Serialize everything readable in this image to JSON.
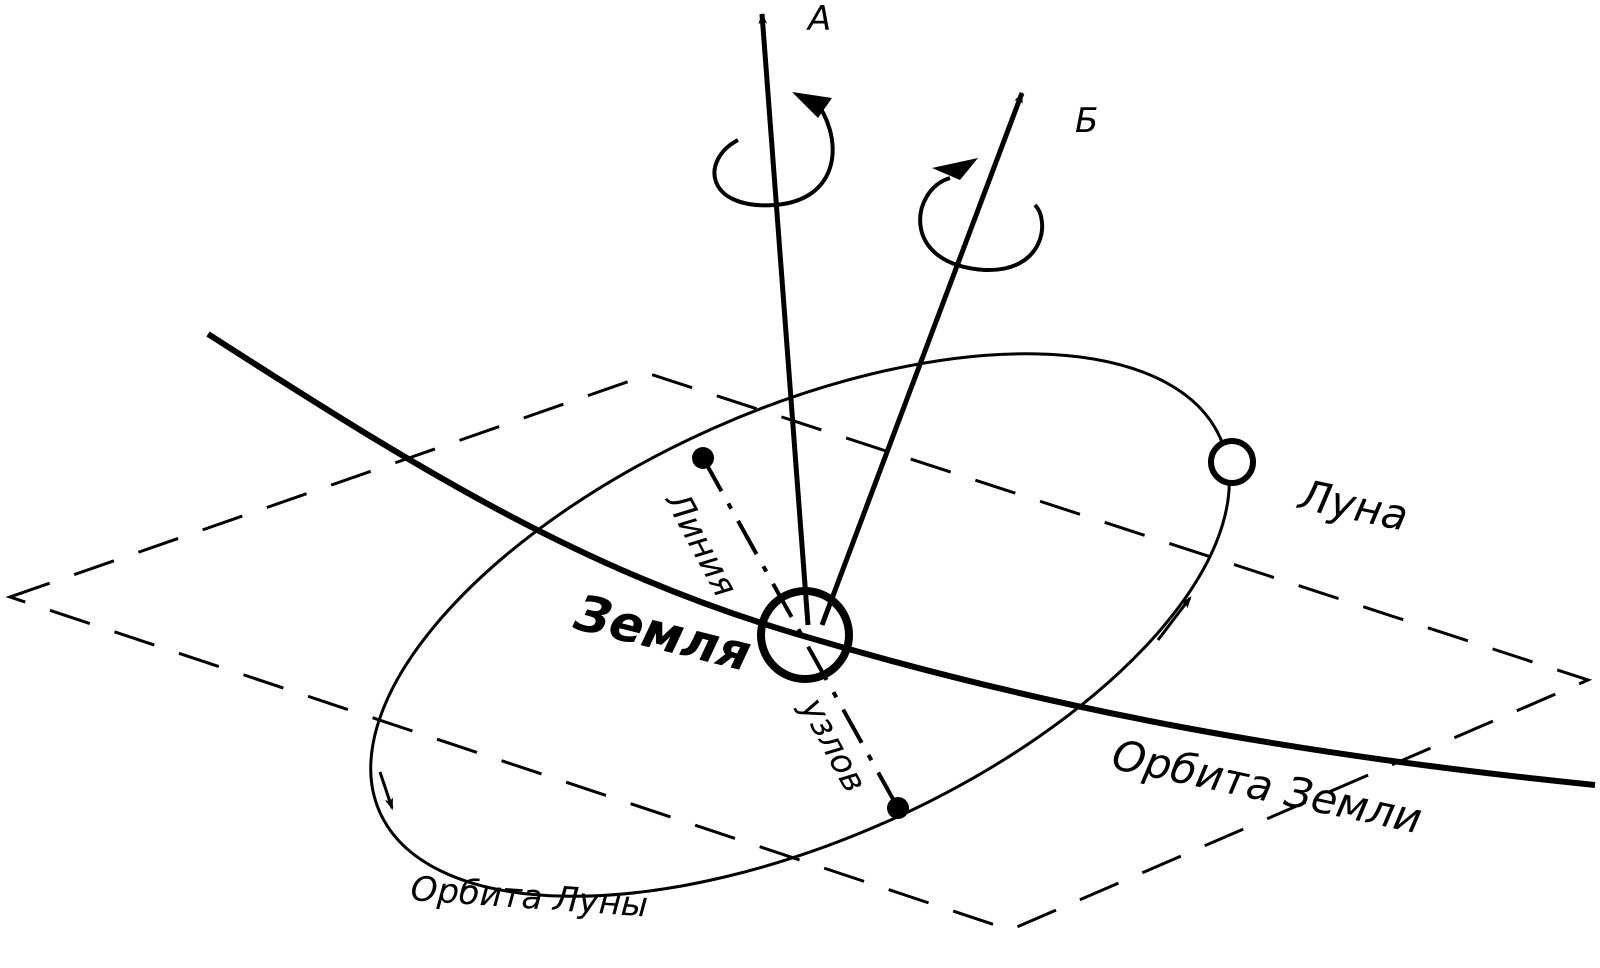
{
  "diagram": {
    "labels": {
      "axis_a": "А",
      "axis_b": "Б",
      "moon": "Луна",
      "earth": "Земля",
      "node_line_part1": "Линия",
      "node_line_part2": "узлов",
      "earth_orbit": "Орбита Земли",
      "moon_orbit": "Орбита Луны"
    },
    "colors": {
      "ink": "#000000",
      "paper": "#ffffff"
    },
    "icons": {
      "rotation_a": "curved-arrow-icon",
      "rotation_b": "curved-arrow-icon",
      "moon_marker": "open-circle-icon",
      "earth_marker": "open-circle-icon",
      "node_ascending": "filled-dot-icon",
      "node_descending": "filled-dot-icon"
    }
  }
}
